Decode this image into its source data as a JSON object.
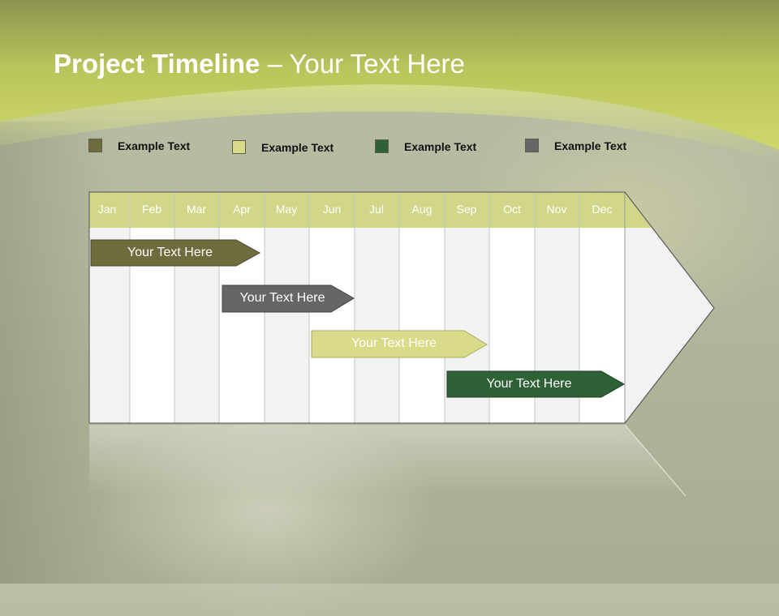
{
  "title": {
    "bold": "Project Timeline",
    "rest": " – Your Text Here"
  },
  "legend": [
    {
      "label": "Example Text",
      "color": "#6e6b3c"
    },
    {
      "label": "Example Text",
      "color": "#d9db88"
    },
    {
      "label": "Example Text",
      "color": "#2e6236"
    },
    {
      "label": "Example Text",
      "color": "#666666"
    }
  ],
  "months": [
    "Jan",
    "Feb",
    "Mar",
    "Apr",
    "May",
    "Jun",
    "Jul",
    "Aug",
    "Sep",
    "Oct",
    "Nov",
    "Dec"
  ],
  "tasks": [
    {
      "label": "Your  Text Here",
      "color": "#6e6b3c"
    },
    {
      "label": "Your  Text Here",
      "color": "#666666"
    },
    {
      "label": "Your  Text Here",
      "color": "#d9db88"
    },
    {
      "label": "Your  Text Here",
      "color": "#2e6236"
    }
  ],
  "colors": {
    "header_green": "#c6cf6a",
    "month_header": "#d2d688"
  }
}
